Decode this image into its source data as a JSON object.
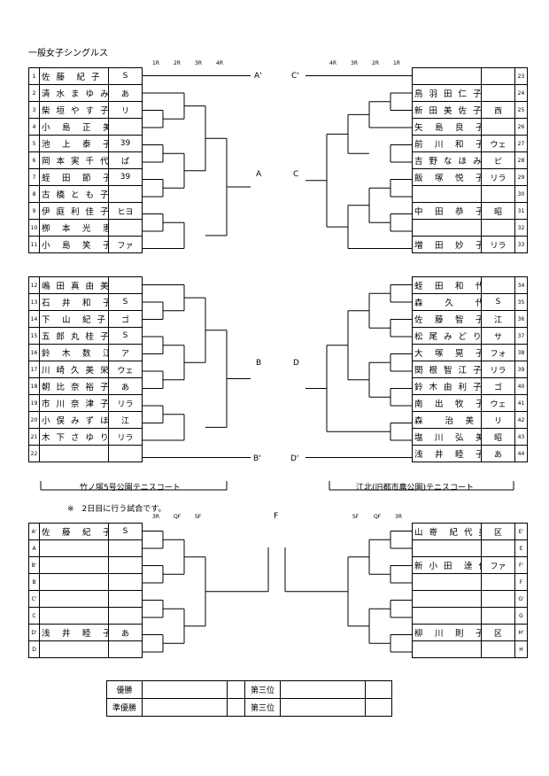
{
  "title": "一般女子シングルス",
  "round_labels": {
    "left": [
      "1R",
      "2R",
      "3R",
      "4R"
    ],
    "right": [
      "4R",
      "3R",
      "2R",
      "1R"
    ],
    "final_left": [
      "3R",
      "QF",
      "SF"
    ],
    "final_right": [
      "SF",
      "QF",
      "3R"
    ],
    "final": "F"
  },
  "block_labels": {
    "a_top": "A'",
    "c_top": "C'",
    "a": "A",
    "c": "C",
    "b": "B",
    "d": "D",
    "b_bot": "B'",
    "d_bot": "D'"
  },
  "left_table1": [
    {
      "no": "1",
      "name": "佐 藤　紀 子",
      "club": "S"
    },
    {
      "no": "2",
      "name": "清 水 ま ゆ み",
      "club": "あ"
    },
    {
      "no": "3",
      "name": "柴 垣 や す 子",
      "club": "リ"
    },
    {
      "no": "4",
      "name": "小　島　正　美",
      "club": ""
    },
    {
      "no": "5",
      "name": "池　上　泰　子",
      "club": "39"
    },
    {
      "no": "6",
      "name": "岡 本 実 千 代",
      "club": "ぱ"
    },
    {
      "no": "7",
      "name": "蛭　田　節　子",
      "club": "39"
    },
    {
      "no": "8",
      "name": "古 橋 と も 子",
      "club": ""
    },
    {
      "no": "9",
      "name": "伊 庭 利 佳 子",
      "club": "ヒヨ"
    },
    {
      "no": "10",
      "name": "栁　本　光　恵",
      "club": ""
    },
    {
      "no": "11",
      "name": "小　島　笑　子",
      "club": "ファ"
    }
  ],
  "left_table2": [
    {
      "no": "12",
      "name": "嶋 田 真 由 美",
      "club": ""
    },
    {
      "no": "13",
      "name": "石　井　和　子",
      "club": "S"
    },
    {
      "no": "14",
      "name": "下　山　紀 子",
      "club": "ゴ"
    },
    {
      "no": "15",
      "name": "五 郎 丸 桂 子",
      "club": "S"
    },
    {
      "no": "16",
      "name": "鈴　木　数　江",
      "club": "ア"
    },
    {
      "no": "17",
      "name": "川 崎 久 美 栄",
      "club": "ウェ"
    },
    {
      "no": "18",
      "name": "朝 比 奈 裕 子",
      "club": "あ"
    },
    {
      "no": "19",
      "name": "市 川 奈 津 子",
      "club": "リラ"
    },
    {
      "no": "20",
      "name": "小 俣 み ず ほ",
      "club": "江"
    },
    {
      "no": "21",
      "name": "木 下 さ ゆ り",
      "club": "リラ"
    },
    {
      "no": "22",
      "name": "",
      "club": ""
    }
  ],
  "right_table1": [
    {
      "no": "23",
      "name": "",
      "club": ""
    },
    {
      "no": "24",
      "name": "鳥 羽 田 仁 子",
      "club": ""
    },
    {
      "no": "25",
      "name": "新 田 美 佐 子",
      "club": "西"
    },
    {
      "no": "26",
      "name": "矢　島　良　子",
      "club": ""
    },
    {
      "no": "27",
      "name": "前　川　和　子",
      "club": "ウェ"
    },
    {
      "no": "28",
      "name": "吉 野 な ほ み",
      "club": "ピ"
    },
    {
      "no": "29",
      "name": "飯　塚　悦　子",
      "club": "リラ"
    },
    {
      "no": "30",
      "name": "",
      "club": ""
    },
    {
      "no": "31",
      "name": "中　田　恭　子",
      "club": "昭"
    },
    {
      "no": "32",
      "name": "",
      "club": ""
    },
    {
      "no": "33",
      "name": "増　田　妙　子",
      "club": "リラ"
    }
  ],
  "right_table2": [
    {
      "no": "34",
      "name": "蛭　田　和　代",
      "club": ""
    },
    {
      "no": "35",
      "name": "森　　久　　代",
      "club": "S"
    },
    {
      "no": "36",
      "name": "佐　藤　智　子",
      "club": "江"
    },
    {
      "no": "37",
      "name": "松 尾 み ど り",
      "club": "サ"
    },
    {
      "no": "38",
      "name": "大　塚　晃　子",
      "club": "フォ"
    },
    {
      "no": "39",
      "name": "関 根 智 江 子",
      "club": "リラ"
    },
    {
      "no": "40",
      "name": "鈴 木 由 利 子",
      "club": "ゴ"
    },
    {
      "no": "41",
      "name": "南　出　牧　子",
      "club": "ウェ"
    },
    {
      "no": "42",
      "name": "森　　治　美",
      "club": "リ"
    },
    {
      "no": "43",
      "name": "塩　川　弘　美",
      "club": "昭"
    },
    {
      "no": "44",
      "name": "浅　井　睦　子",
      "club": "あ"
    }
  ],
  "venue_left": "竹ノ塚5号公園テニスコート",
  "venue_right": "江北(旧都市農公園)テニスコート",
  "note": "※　2日目に行う試合です。",
  "final_left": [
    {
      "no": "A'",
      "name": "佐　藤　紀　子",
      "club": "S"
    },
    {
      "no": "A",
      "name": "",
      "club": ""
    },
    {
      "no": "B'",
      "name": "",
      "club": ""
    },
    {
      "no": "B",
      "name": "",
      "club": ""
    },
    {
      "no": "C'",
      "name": "",
      "club": ""
    },
    {
      "no": "C",
      "name": "",
      "club": ""
    },
    {
      "no": "D'",
      "name": "浅　井　睦　子",
      "club": "あ"
    },
    {
      "no": "D",
      "name": "",
      "club": ""
    }
  ],
  "final_right": [
    {
      "no": "E'",
      "name": "山 嵜　紀 代 美",
      "club": "区"
    },
    {
      "no": "E",
      "name": "",
      "club": ""
    },
    {
      "no": "F'",
      "name": "新 小 田　達 代",
      "club": "ファ"
    },
    {
      "no": "F",
      "name": "",
      "club": ""
    },
    {
      "no": "G'",
      "name": "",
      "club": ""
    },
    {
      "no": "G",
      "name": "",
      "club": ""
    },
    {
      "no": "H'",
      "name": "柳　川　則　子",
      "club": "区"
    },
    {
      "no": "H",
      "name": "",
      "club": ""
    }
  ],
  "results": {
    "winner": "優勝",
    "runner_up": "準優勝",
    "third1": "第三位",
    "third2": "第三位"
  }
}
